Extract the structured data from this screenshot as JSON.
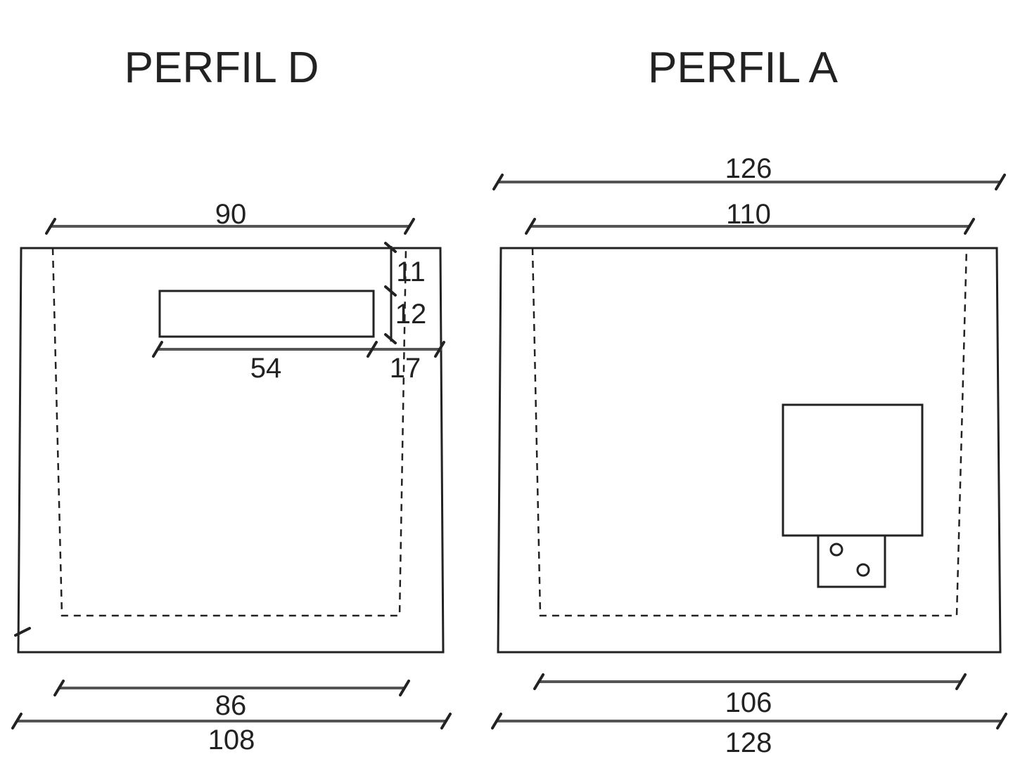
{
  "profiles": {
    "d": {
      "title": "PERFIL D",
      "dims": {
        "top_inner": "90",
        "bottom_inner": "86",
        "bottom_outer": "108",
        "slot_width": "54",
        "slot_offset": "17",
        "slot_top_gap": "11",
        "slot_height": "12"
      }
    },
    "a": {
      "title": "PERFIL A",
      "dims": {
        "top_outer": "126",
        "top_inner": "110",
        "bottom_inner": "106",
        "bottom_outer": "128"
      }
    }
  },
  "colors": {
    "line": "#222222",
    "dimension": "#555555",
    "background": "#ffffff"
  }
}
